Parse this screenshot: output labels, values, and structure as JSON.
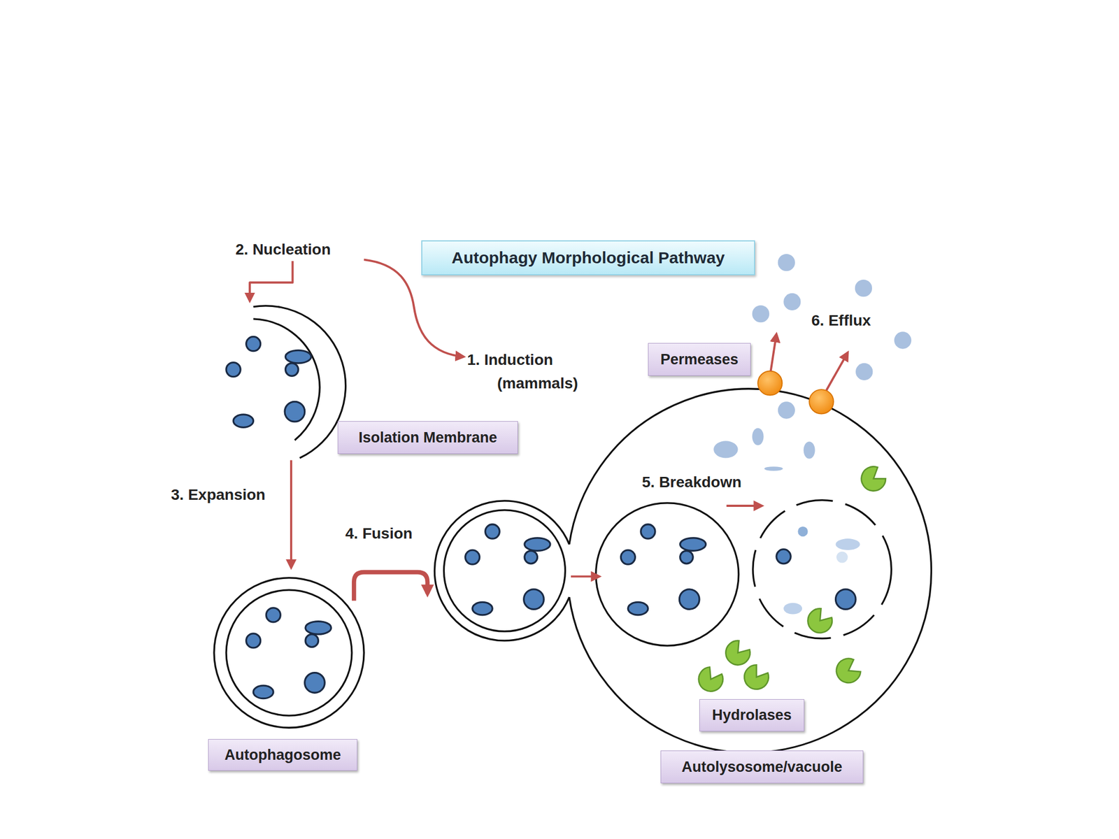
{
  "diagram": {
    "title": "Autophagy Morphological Pathway",
    "nodes": [
      {
        "text": [
          "Permeases"
        ]
      },
      {
        "text": [
          "Isolation Membrane"
        ]
      },
      {
        "text": [
          "Hydrolases"
        ]
      },
      {
        "text": [
          "Autophagosome"
        ]
      },
      {
        "text": [
          "Autolysosome/vacuole"
        ]
      }
    ],
    "labels": [
      "2. Nucleation",
      "6. Efflux",
      "1. Induction (mammals)",
      "5. Breakdown",
      "3. Expansion",
      "4. Fusion"
    ]
  }
}
